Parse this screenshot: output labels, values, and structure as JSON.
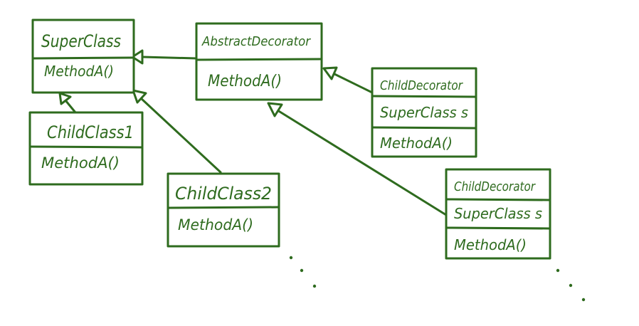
{
  "colors": {
    "ink": "#2e6b1e",
    "background": "#ffffff"
  },
  "classes": {
    "super_class": {
      "name": "SuperClass",
      "members": [],
      "methods": [
        "MethodA()"
      ]
    },
    "abstract_decorator": {
      "name": "AbstractDecorator",
      "members": [],
      "methods": [
        "MethodA()"
      ]
    },
    "child_class_1": {
      "name": "ChildClass1",
      "members": [],
      "methods": [
        "MethodA()"
      ]
    },
    "child_class_2": {
      "name": "ChildClass2",
      "members": [],
      "methods": [
        "MethodA()"
      ]
    },
    "child_decorator_1": {
      "name": "ChildDecorator",
      "members": [
        "SuperClass s"
      ],
      "methods": [
        "MethodA()"
      ]
    },
    "child_decorator_2": {
      "name": "ChildDecorator",
      "members": [
        "SuperClass s"
      ],
      "methods": [
        "MethodA()"
      ]
    }
  },
  "relations": [
    {
      "from": "abstract_decorator",
      "to": "super_class",
      "kind": "inheritance"
    },
    {
      "from": "child_class_1",
      "to": "super_class",
      "kind": "inheritance"
    },
    {
      "from": "child_class_2",
      "to": "super_class",
      "kind": "inheritance"
    },
    {
      "from": "child_decorator_1",
      "to": "abstract_decorator",
      "kind": "inheritance"
    },
    {
      "from": "child_decorator_2",
      "to": "abstract_decorator",
      "kind": "inheritance"
    }
  ],
  "continuation_marks": [
    "child_class_2",
    "child_decorator_2"
  ]
}
